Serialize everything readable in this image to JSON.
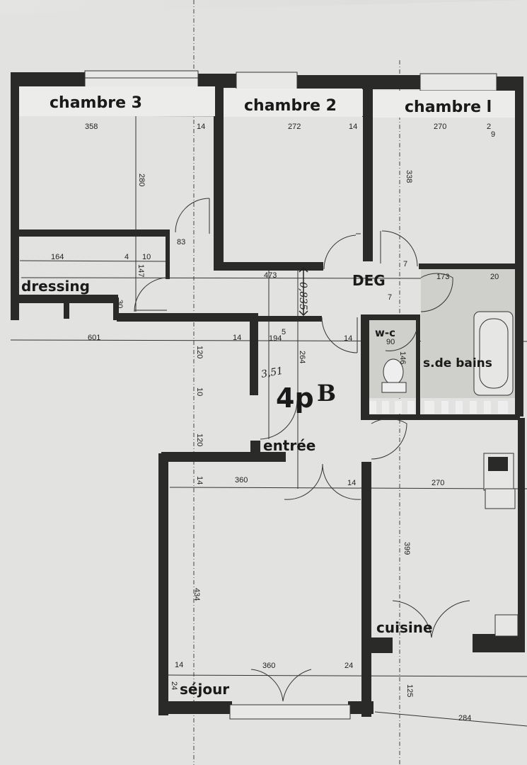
{
  "plan": {
    "code": "4p",
    "code_suffix": "B",
    "rooms": {
      "chambre3": "chambre 3",
      "chambre2": "chambre 2",
      "chambre1": "chambre l",
      "dressing": "dressing",
      "deg": "DEG",
      "wc": "w-c",
      "bains": "s.de bains",
      "entree": "entrée",
      "sejour": "séjour",
      "cuisine": "cuisine"
    },
    "dimensions": {
      "ch3_width": "358",
      "ch3_wall": "14",
      "ch3_height": "280",
      "ch2_width": "272",
      "ch2_wall": "14",
      "ch1_width": "270",
      "ch1_wall_a": "2",
      "ch1_wall_b": "9",
      "ch1_height": "338",
      "dressing_a": "164",
      "dressing_b": "4",
      "dressing_c": "10",
      "dressing_h": "147",
      "dressing_d": "30",
      "door_83": "83",
      "deg_width": "473",
      "deg_7a": "7",
      "deg_7b": "7",
      "bains_width": "173",
      "bains_20": "20",
      "overall_601": "601",
      "wall_14a": "14",
      "entree_width": "194",
      "entree_sup": "5",
      "entree_wall": "14",
      "entree_height": "264",
      "wc_width": "90",
      "wc_height": "146",
      "v120a": "120",
      "v10": "10",
      "v120b": "120",
      "sejour_wall_top": "14",
      "sejour_width": "360",
      "sejour_wall_r": "14",
      "cuisine_width": "270",
      "cuisine_height": "399",
      "sejour_height": "434",
      "sejour_b14": "14",
      "sejour_b360": "360",
      "sejour_b24": "24",
      "sejour_v24": "24",
      "balcony_height": "125",
      "balcony_width": "284"
    },
    "handwritten": {
      "corridor": "0,835",
      "entree": "3,51"
    }
  }
}
